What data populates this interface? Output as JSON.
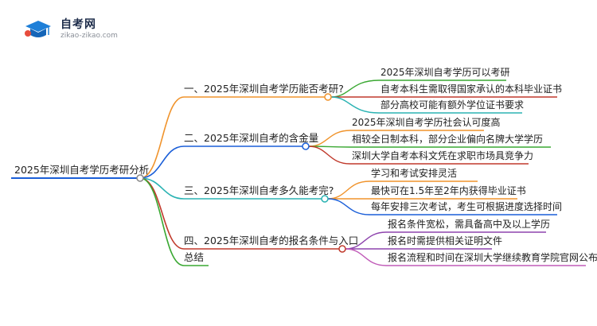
{
  "logo": {
    "title": "自考网",
    "url": "zikao-zikao.com",
    "icon": "graduation-cap-icon",
    "colors": {
      "primary": "#1e7fd8",
      "secondary": "#e74c3c"
    }
  },
  "mindmap": {
    "root": "2025年深圳自考学历考研分析",
    "branches": [
      {
        "label": "一、2025年深圳自考学历能否考研?",
        "color": "#f0932b",
        "leaves": [
          {
            "text": "2025年深圳自考学历可以考研",
            "color": "#3aa832"
          },
          {
            "text": "自考本科生需取得国家承认的本科毕业证书",
            "color": "#c0392b"
          },
          {
            "text": "部分高校可能有额外学位证书要求",
            "color": "#2bb3b3"
          }
        ]
      },
      {
        "label": "二、2025年深圳自考的含金量",
        "color": "#1a5ed8",
        "leaves": [
          {
            "text": "2025年深圳自考学历社会认可度高",
            "color": "#f0932b"
          },
          {
            "text": "相较全日制本科，部分企业偏向名牌大学学历",
            "color": "#3aa832"
          },
          {
            "text": "深圳大学自考本科文凭在求职市场具竞争力",
            "color": "#c0392b"
          }
        ]
      },
      {
        "label": "三、2025年深圳自考多久能考完?",
        "color": "#2bb3b3",
        "leaves": [
          {
            "text": "学习和考试安排灵活",
            "color": "#f0932b"
          },
          {
            "text": "最快可在1.5年至2年内获得毕业证书",
            "color": "#f0932b"
          },
          {
            "text": "每年安排三次考试，考生可根据进度选择时间",
            "color": "#1a5ed8"
          }
        ]
      },
      {
        "label": "四、2025年深圳自考的报名条件与入口",
        "color": "#c0392b",
        "leaves": [
          {
            "text": "报名条件宽松，需具备高中及以上学历",
            "color": "#8e44ad"
          },
          {
            "text": "报名时需提供相关证明文件",
            "color": "#8e44ad"
          },
          {
            "text": "报名流程和时间在深圳大学继续教育学院官网公布",
            "color": "#c05bb8"
          }
        ]
      },
      {
        "label": "总结",
        "color": "#3aa832",
        "leaves": []
      }
    ]
  }
}
